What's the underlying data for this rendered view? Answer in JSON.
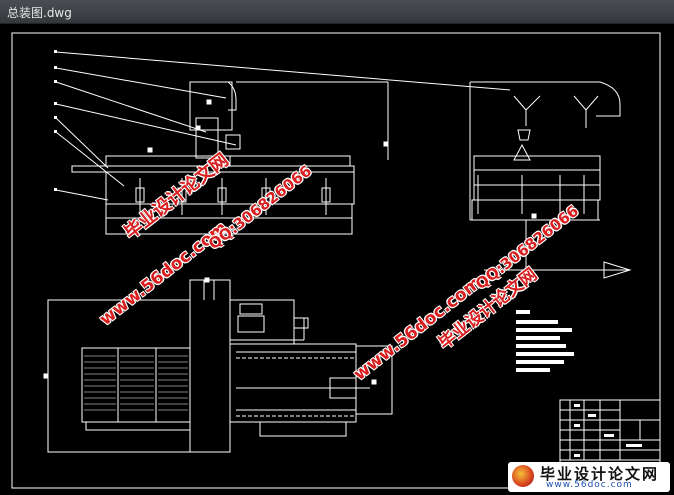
{
  "window": {
    "title": "总装图.dwg"
  },
  "watermarks": {
    "site_name_1": "毕业设计论文网",
    "site_url_1": "www.56doc.com",
    "qq_1": "QQ:306826066",
    "site_url_2": "www.56doc.com",
    "site_name_2": "毕业设计论文网",
    "qq_2": "QQ:306826066"
  },
  "logo": {
    "name": "毕业设计论文网",
    "url": "www.56doc.com"
  },
  "colors": {
    "drawing_lines": "#ffffff",
    "background": "#000000",
    "watermark": "#d81e1e"
  },
  "icons": {
    "logo": "globe-logo-icon",
    "direction": "arrow-right-icon"
  }
}
